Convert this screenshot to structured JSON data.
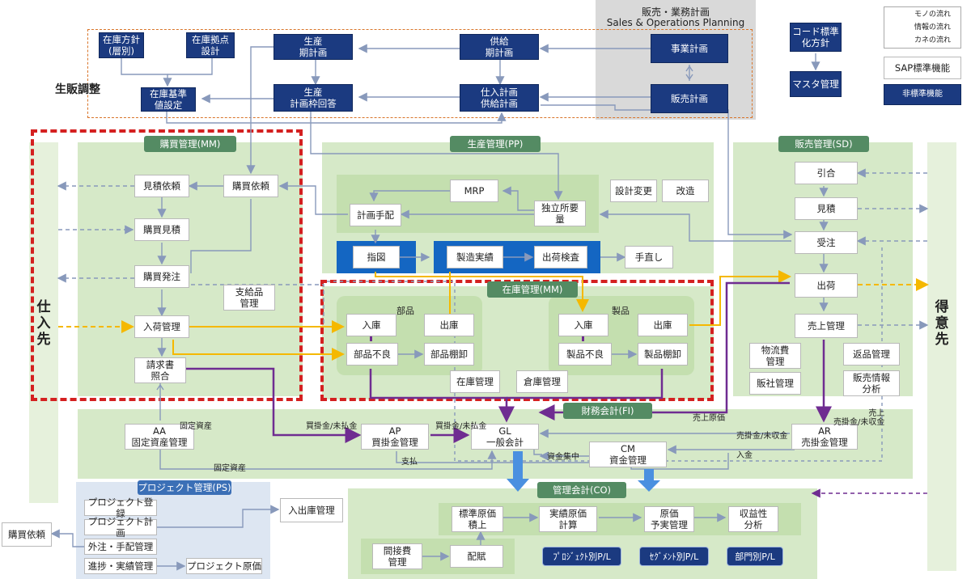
{
  "sop": {
    "title_ja": "販売・業務計画",
    "title_en": "Sales & Operations Planning"
  },
  "sei_han": "生販調整",
  "top": {
    "zaiko_houshin": "在庫方針\n(層別)",
    "zaiko_kyoten": "在庫拠点\n設計",
    "zaiko_kijun": "在庫基準\n値設定",
    "seisan_kikeikaku": "生産\n期計画",
    "seisan_waku": "生産\n計画枠回答",
    "kyokyu_kikeikaku": "供給\n期計画",
    "shiire_keikaku": "仕入計画\n供給計画",
    "jigyo_keikaku": "事業計画",
    "hanbai_keikaku": "販売計画",
    "code_hyojun": "コード標準\n化方針",
    "masta": "マスタ管理"
  },
  "legend": {
    "mono": "モノの流れ",
    "joho": "情報の流れ",
    "kane": "カネの流れ",
    "sap": "SAP標準機能",
    "hi_hyojun": "非標準機能"
  },
  "colors": {
    "mono": "#f5b800",
    "joho": "#8899bb",
    "kane": "#6f2c91",
    "nonstd": "#1b3a80",
    "panel": "#d6e9c8"
  },
  "side": {
    "shiiresaki": "仕\n入\n先",
    "tokuisaki": "得\n意\n先"
  },
  "mm": {
    "header": "購買管理(MM)",
    "mitsumori_irai": "見積依頼",
    "kobai_irai": "購買依頼",
    "kobai_mitsumori": "購買見積",
    "kobai_hacchu": "購買発注",
    "shikyuhin": "支給品\n管理",
    "nyuka": "入荷管理",
    "seikyusho": "請求書\n照合"
  },
  "pp": {
    "header": "生産管理(PP)",
    "mrp": "MRP",
    "dokuritsu": "独立所要\n量",
    "sekkei": "設計変更",
    "kaizo": "改造",
    "keikaku_tehai": "計画手配",
    "shizu": "指図",
    "seizo_jisseki": "製造実績",
    "shukka_kensa": "出荷検査",
    "tenaoshi": "手直し"
  },
  "im": {
    "header": "在庫管理(MM)",
    "buhin": "部品",
    "seihin": "製品",
    "buhin_nyuko": "入庫",
    "buhin_shukko": "出庫",
    "buhin_furyo": "部品不良",
    "buhin_tanaoroshi": "部品棚卸",
    "seihin_nyuko": "入庫",
    "seihin_shukko": "出庫",
    "seihin_furyo": "製品不良",
    "seihin_tanaoroshi": "製品棚卸",
    "zaiko_kanri": "在庫管理",
    "soko_kanri": "倉庫管理"
  },
  "sd": {
    "header": "販売管理(SD)",
    "hikiai": "引合",
    "mitsumori": "見積",
    "juchu": "受注",
    "shukka": "出荷",
    "uriage": "売上管理",
    "butsuryu": "物流費\n管理",
    "henpin": "返品管理",
    "hansha": "販社管理",
    "hanbai_joho": "販売情報\n分析"
  },
  "fi": {
    "header": "財務会計(FI)",
    "aa": "AA\n固定資産管理",
    "ap": "AP\n買掛金管理",
    "gl": "GL\n一般会計",
    "cm": "CM\n資金管理",
    "ar": "AR\n売掛金管理",
    "l_kotei_shisan": "固定資産",
    "l_kotei_shisan2": "固定資産",
    "l_kaikake1": "買掛金/未払金",
    "l_kaikake2": "買掛金/未払金",
    "l_shiharai": "支払",
    "l_shikin_shuchu": "資金集中",
    "l_nyukin": "入金",
    "l_uriage_genka": "売上原価",
    "l_urikake1": "売掛金/未収金",
    "l_urikake2": "売上\n売掛金/未収金"
  },
  "ps": {
    "header": "プロジェクト管理(PS)",
    "touroku": "プロジェクト登録",
    "keikaku": "プロジェクト計画",
    "gaichu": "外注・手配管理",
    "shinchoku": "進捗・実績管理",
    "genka": "プロジェクト原価",
    "nyushukko": "入出庫管理",
    "kobai_irai": "購買依頼"
  },
  "co": {
    "header": "管理会計(CO)",
    "hyojun_genka": "標準原価\n積上",
    "jisseki_genka": "実績原価\n計算",
    "genka_yojitsu": "原価\n予実管理",
    "shuekisei": "収益性\n分析",
    "kansetsuhi": "間接費\n管理",
    "haifu": "配賦",
    "pj_pl": "ﾌﾟﾛｼﾞｪｸﾄ別P/L",
    "seg_pl": "ｾｸﾞﾒﾝﾄ別P/L",
    "bumon_pl": "部門別P/L"
  }
}
